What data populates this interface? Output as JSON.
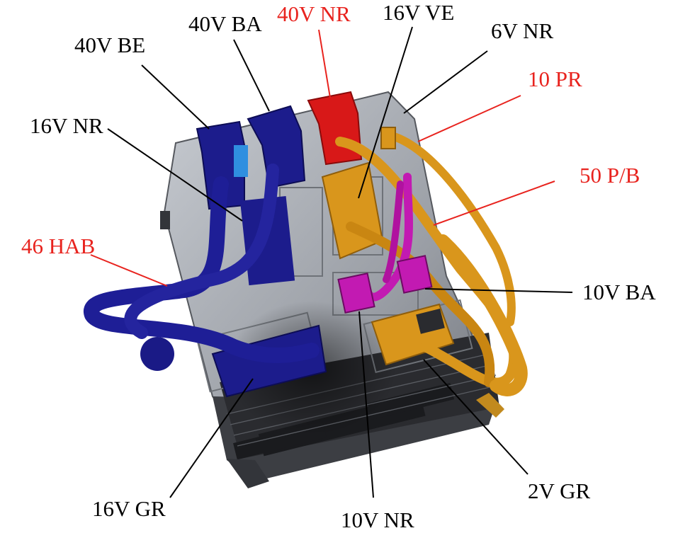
{
  "diagram": {
    "labels": [
      {
        "id": "40v-be",
        "text": "40V BE",
        "highlight": false
      },
      {
        "id": "40v-ba",
        "text": "40V BA",
        "highlight": false
      },
      {
        "id": "40v-nr",
        "text": "40V NR",
        "highlight": true
      },
      {
        "id": "16v-ve",
        "text": "16V VE",
        "highlight": false
      },
      {
        "id": "6v-nr",
        "text": "6V NR",
        "highlight": false
      },
      {
        "id": "10-pr",
        "text": "10 PR",
        "highlight": true
      },
      {
        "id": "16v-nr",
        "text": "16V NR",
        "highlight": false
      },
      {
        "id": "50-pb",
        "text": "50 P/B",
        "highlight": true
      },
      {
        "id": "46-hab",
        "text": "46 HAB",
        "highlight": true
      },
      {
        "id": "10v-ba",
        "text": "10V BA",
        "highlight": false
      },
      {
        "id": "16v-gr",
        "text": "16V GR",
        "highlight": false
      },
      {
        "id": "10v-nr",
        "text": "10V NR",
        "highlight": false
      },
      {
        "id": "2v-gr",
        "text": "2V GR",
        "highlight": false
      }
    ]
  },
  "colors": {
    "label_default": "#000000",
    "label_highlight": "#e8231e",
    "housing_gray": "#a9adb4",
    "connector_blue": "#1c1c8c",
    "connector_red": "#d81818",
    "connector_orange": "#d9961c",
    "connector_magenta": "#c21ab2"
  }
}
